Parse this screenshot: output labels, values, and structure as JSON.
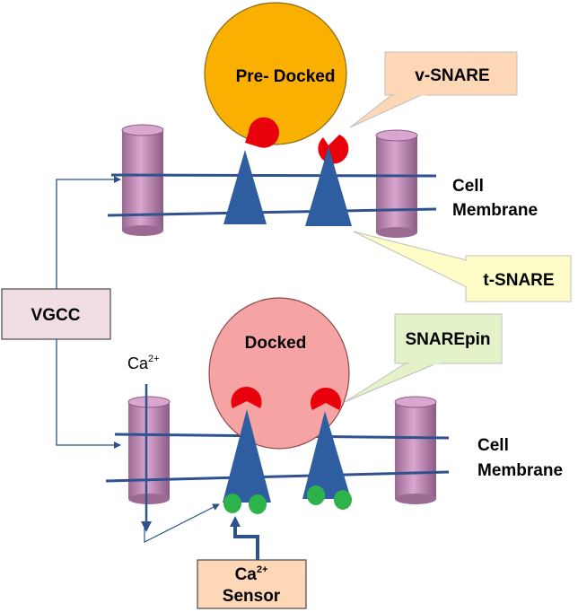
{
  "vesicles": {
    "pre_docked": {
      "label": "Pre- Docked",
      "color": "#F9B000"
    },
    "docked": {
      "label": "Docked",
      "color": "#F6A3A3"
    }
  },
  "callouts": {
    "v_snare": {
      "label": "v-SNARE",
      "fill": "#FDD7B6"
    },
    "t_snare": {
      "label": "t-SNARE",
      "fill": "#FFFDC7"
    },
    "snarepin": {
      "label": "SNAREpin",
      "fill": "#E3F2C8"
    },
    "vgcc": {
      "label": "VGCC",
      "fill": "#F1DDE6"
    },
    "ca_sensor": {
      "line1": "Ca",
      "line1_sup": "2+",
      "line2": "Sensor",
      "fill": "#FDD7B6"
    }
  },
  "membrane": {
    "top": {
      "line1": "Cell",
      "line2": "Membrane"
    },
    "bottom": {
      "line1": "Cell",
      "line2": "Membrane"
    }
  },
  "calcium": {
    "label": "Ca",
    "sup": "2+"
  },
  "colors": {
    "membrane_line": "#2F528F",
    "snare": "#2F5EA0",
    "v_snare": "#E8000B",
    "sensor": "#2EB34A",
    "channel": "#C68FB8"
  }
}
